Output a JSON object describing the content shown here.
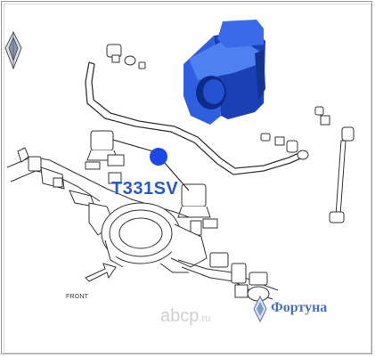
{
  "part_number": "T331SV",
  "front_label": "FRONT",
  "brand": {
    "name": "Фортуна"
  },
  "watermark": {
    "name": "abcp",
    "suffix": ".ru"
  },
  "colors": {
    "bushing_blue": "#2e5fe0",
    "bushing_blue_dark": "#1b3fb4",
    "marker_blue": "#1c48e6",
    "label_blue": "#2a58c8",
    "line": "#333333",
    "watermark_gray": "#cfcfcf",
    "brand_blue": "#4a72b8"
  },
  "icons": [
    "brand-diamond-logo-icon",
    "front-arrow-icon",
    "brand-diamond-small-icon"
  ]
}
